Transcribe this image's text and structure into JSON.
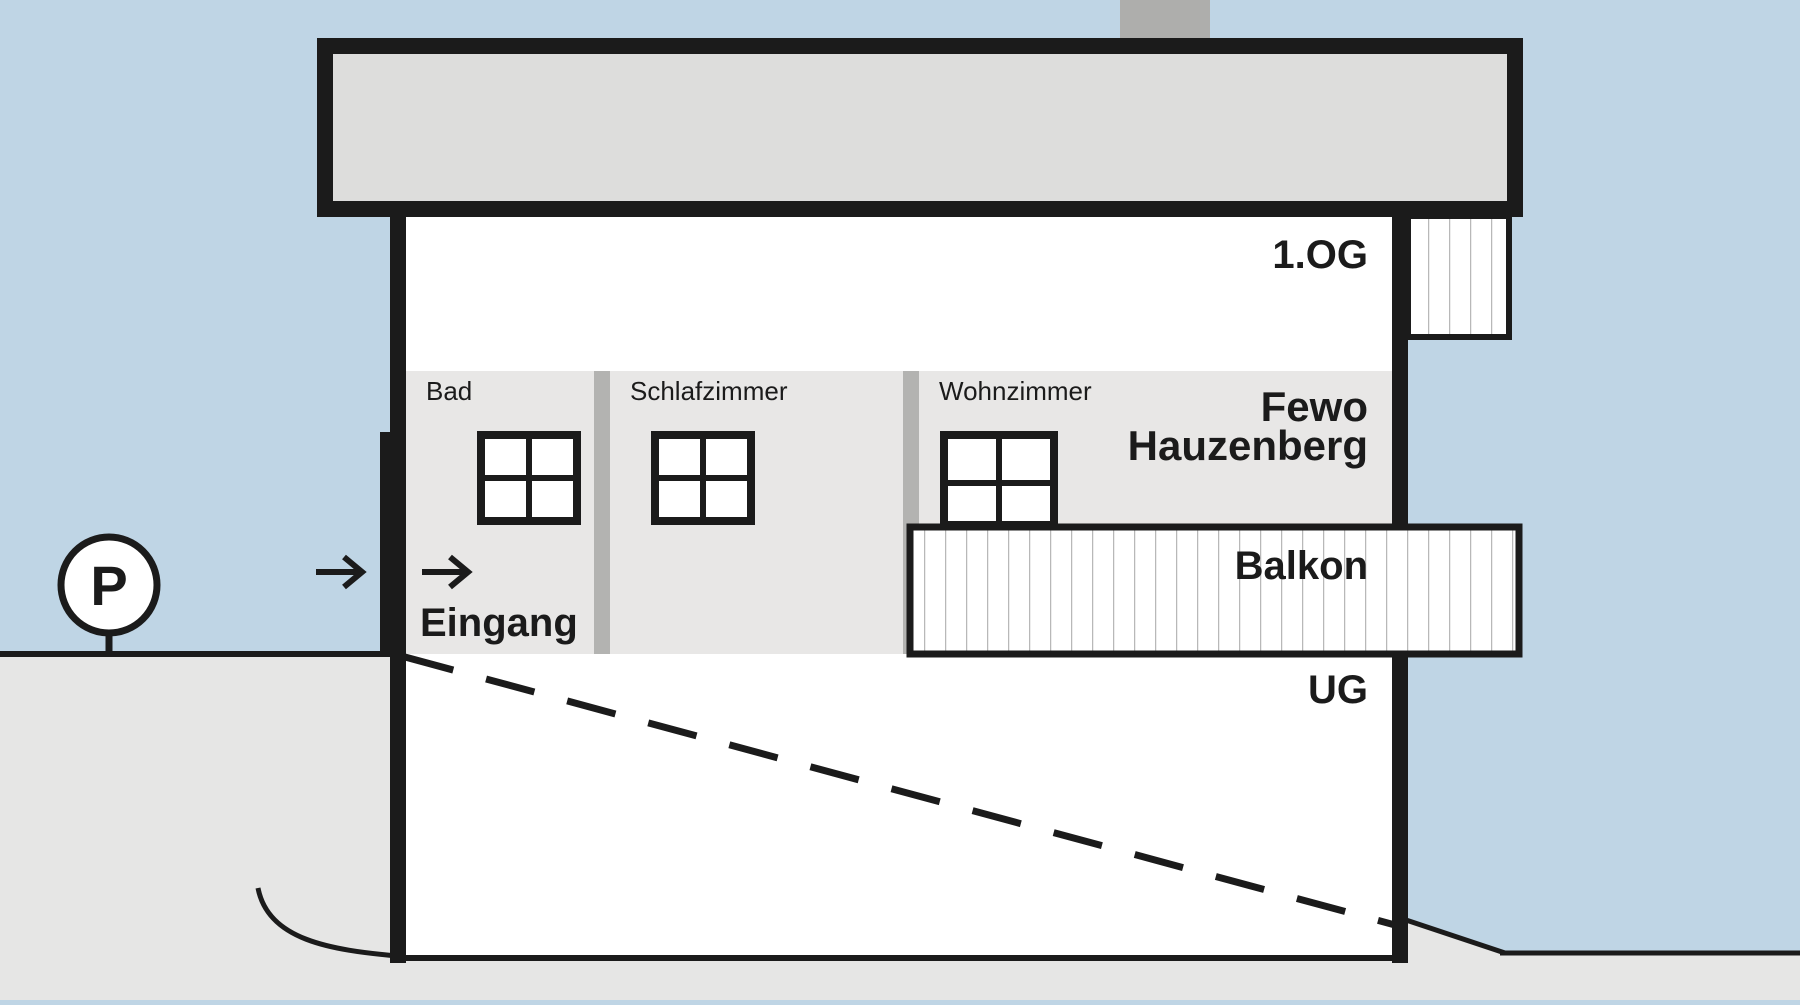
{
  "floors": {
    "upper": "1.OG",
    "basement": "UG"
  },
  "rooms": [
    {
      "name": "bath",
      "label": "Bad"
    },
    {
      "name": "bedroom",
      "label": "Schlafzimmer"
    },
    {
      "name": "living-room",
      "label": "Wohnzimmer"
    }
  ],
  "apartment": {
    "line1": "Fewo",
    "line2": "Hauzenberg"
  },
  "balcony": {
    "label": "Balkon"
  },
  "entrance": {
    "label": "Eingang"
  },
  "parking": {
    "symbol": "P"
  },
  "colors": {
    "sky": "#bfd5e5",
    "ground": "#e6e6e5",
    "roof": "#dddddc",
    "apartment_floor": "#e8e7e6",
    "wall": "#1b1b1b",
    "chimney": "#aeaeac",
    "room_divider": "#b3b3b1"
  }
}
